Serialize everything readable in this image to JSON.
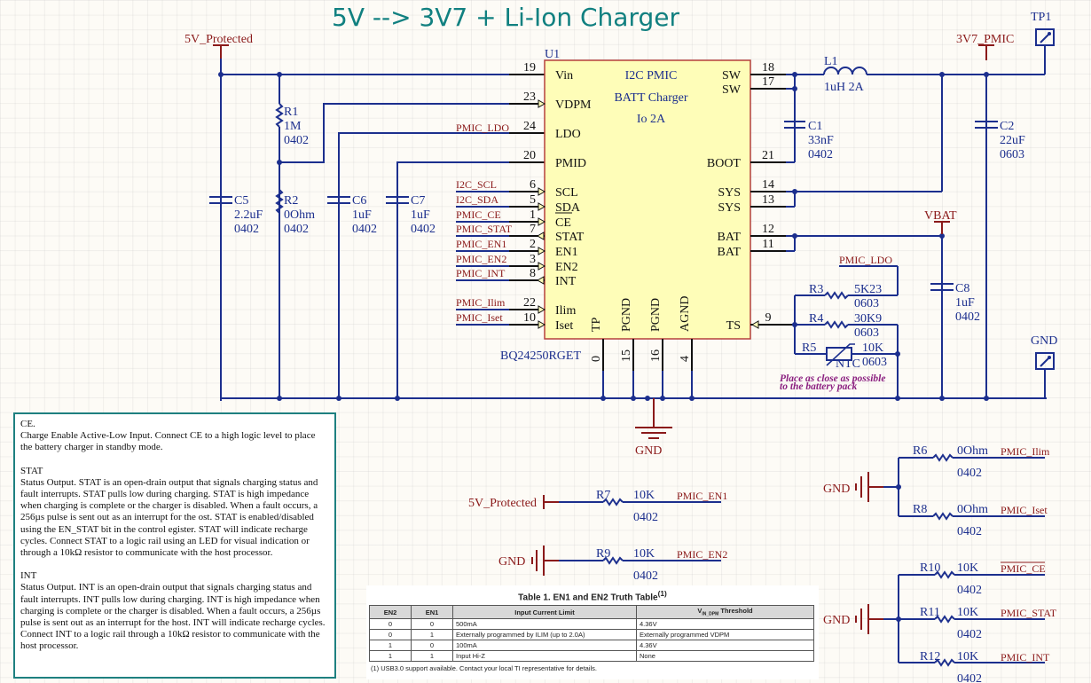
{
  "title": "5V --> 3V7 + Li-Ion Charger",
  "nets": {
    "in_5v": "5V_Protected",
    "out_3v7": "3V7_PMIC",
    "vbat": "VBAT",
    "gnd": "GND",
    "pmic_ldo": "PMIC_LDO",
    "i2c_scl": "I2C_SCL",
    "i2c_sda": "I2C_SDA",
    "pmic_ce": "PMIC_CE",
    "pmic_stat": "PMIC_STAT",
    "pmic_en1": "PMIC_EN1",
    "pmic_en2": "PMIC_EN2",
    "pmic_int": "PMIC_INT",
    "pmic_ilim": "PMIC_Ilim",
    "pmic_iset": "PMIC_Iset"
  },
  "u1": {
    "ref": "U1",
    "part": "BQ24250RGET",
    "desc": [
      "I2C PMIC",
      "BATT Charger",
      "Io 2A"
    ],
    "left_pins": [
      {
        "name": "Vin",
        "num": "19"
      },
      {
        "name": "VDPM",
        "num": "23"
      },
      {
        "name": "LDO",
        "num": "24"
      },
      {
        "name": "PMID",
        "num": "20"
      },
      {
        "name": "SCL",
        "num": "6"
      },
      {
        "name": "SDA",
        "num": "5"
      },
      {
        "name": "CE",
        "num": "1"
      },
      {
        "name": "STAT",
        "num": "7"
      },
      {
        "name": "EN1",
        "num": "2"
      },
      {
        "name": "EN2",
        "num": "3"
      },
      {
        "name": "INT",
        "num": "8"
      },
      {
        "name": "Ilim",
        "num": "22"
      },
      {
        "name": "Iset",
        "num": "10"
      }
    ],
    "right_pins": [
      {
        "name": "SW",
        "num": "18"
      },
      {
        "name": "SW",
        "num": "17"
      },
      {
        "name": "BOOT",
        "num": "21"
      },
      {
        "name": "SYS",
        "num": "14"
      },
      {
        "name": "SYS",
        "num": "13"
      },
      {
        "name": "BAT",
        "num": "12"
      },
      {
        "name": "BAT",
        "num": "11"
      },
      {
        "name": "TS",
        "num": "9"
      }
    ],
    "bottom_pins": [
      {
        "name": "TP",
        "num": "0"
      },
      {
        "name": "PGND",
        "num": "15"
      },
      {
        "name": "PGND",
        "num": "16"
      },
      {
        "name": "AGND",
        "num": "4"
      }
    ]
  },
  "components": {
    "R1": {
      "ref": "R1",
      "value": "1M",
      "pkg": "0402"
    },
    "R2": {
      "ref": "R2",
      "value": "0Ohm",
      "pkg": "0402"
    },
    "C5": {
      "ref": "C5",
      "value": "2.2uF",
      "pkg": "0402"
    },
    "C6": {
      "ref": "C6",
      "value": "1uF",
      "pkg": "0402"
    },
    "C7": {
      "ref": "C7",
      "value": "1uF",
      "pkg": "0402"
    },
    "L1": {
      "ref": "L1",
      "value": "1uH 2A"
    },
    "C1": {
      "ref": "C1",
      "value": "33nF",
      "pkg": "0402"
    },
    "C2": {
      "ref": "C2",
      "value": "22uF",
      "pkg": "0603"
    },
    "C8": {
      "ref": "C8",
      "value": "1uF",
      "pkg": "0402"
    },
    "R3": {
      "ref": "R3",
      "value": "5K23",
      "pkg": "0603"
    },
    "R4": {
      "ref": "R4",
      "value": "30K9",
      "pkg": "0603"
    },
    "R5": {
      "ref": "R5",
      "value": "10K",
      "pkg": "0603",
      "tag": "NTC"
    },
    "R6": {
      "ref": "R6",
      "value": "0Ohm",
      "pkg": "0402"
    },
    "R7": {
      "ref": "R7",
      "value": "10K",
      "pkg": "0402"
    },
    "R8": {
      "ref": "R8",
      "value": "0Ohm",
      "pkg": "0402"
    },
    "R9": {
      "ref": "R9",
      "value": "10K",
      "pkg": "0402"
    },
    "R10": {
      "ref": "R10",
      "value": "10K",
      "pkg": "0402"
    },
    "R11": {
      "ref": "R11",
      "value": "10K",
      "pkg": "0402"
    },
    "R12": {
      "ref": "R12",
      "value": "10K",
      "pkg": "0402"
    }
  },
  "testpoints": {
    "tp1": "TP1",
    "gnd": "GND"
  },
  "annotation": [
    "Place as close as possible",
    "to the battery pack"
  ],
  "notes": [
    {
      "head": "CE.",
      "body": "Charge Enable Active-Low Input. Connect CE to a high logic level to place the battery charger in standby mode."
    },
    {
      "head": "STAT",
      "body": "Status Output. STAT is an open-drain output that signals charging status and fault interrupts. STAT pulls low during charging. STAT is high impedance when charging is complete or the charger is disabled. When a fault occurs, a 256µs pulse is sent out as an interrupt for the  ost. STAT is enabled/disabled using the EN_STAT bit in the control  egister. STAT will indicate recharge cycles. Connect STAT to a logic rail using an LED for visual indication or through a 10kΩ resistor to communicate with the host processor."
    },
    {
      "head": "INT",
      "body": "Status Output. INT is an open-drain output that signals charging status and fault interrupts. INT pulls low during charging. INT is high impedance when charging is complete or the charger is disabled. When a fault occurs, a 256µs pulse is sent out as an interrupt for the host. INT will indicate recharge cycles. Connect INT to a logic rail through a 10kΩ resistor to communicate with the host processor."
    }
  ],
  "truth_table": {
    "caption": "Table 1. EN1 and EN2 Truth Table",
    "caption_sup": "(1)",
    "headers": [
      "EN2",
      "EN1",
      "Input Current Limit",
      "V_IN_DPM Threshold"
    ],
    "rows": [
      [
        "0",
        "0",
        "500mA",
        "4.36V"
      ],
      [
        "0",
        "1",
        "Externally programmed by ILIM (up to 2.0A)",
        "Externally programmed VDPM"
      ],
      [
        "1",
        "0",
        "100mA",
        "4.36V"
      ],
      [
        "1",
        "1",
        "Input Hi-Z",
        "None"
      ]
    ],
    "footnote": "(1)   USB3.0 support available. Contact your local TI representative for details."
  }
}
